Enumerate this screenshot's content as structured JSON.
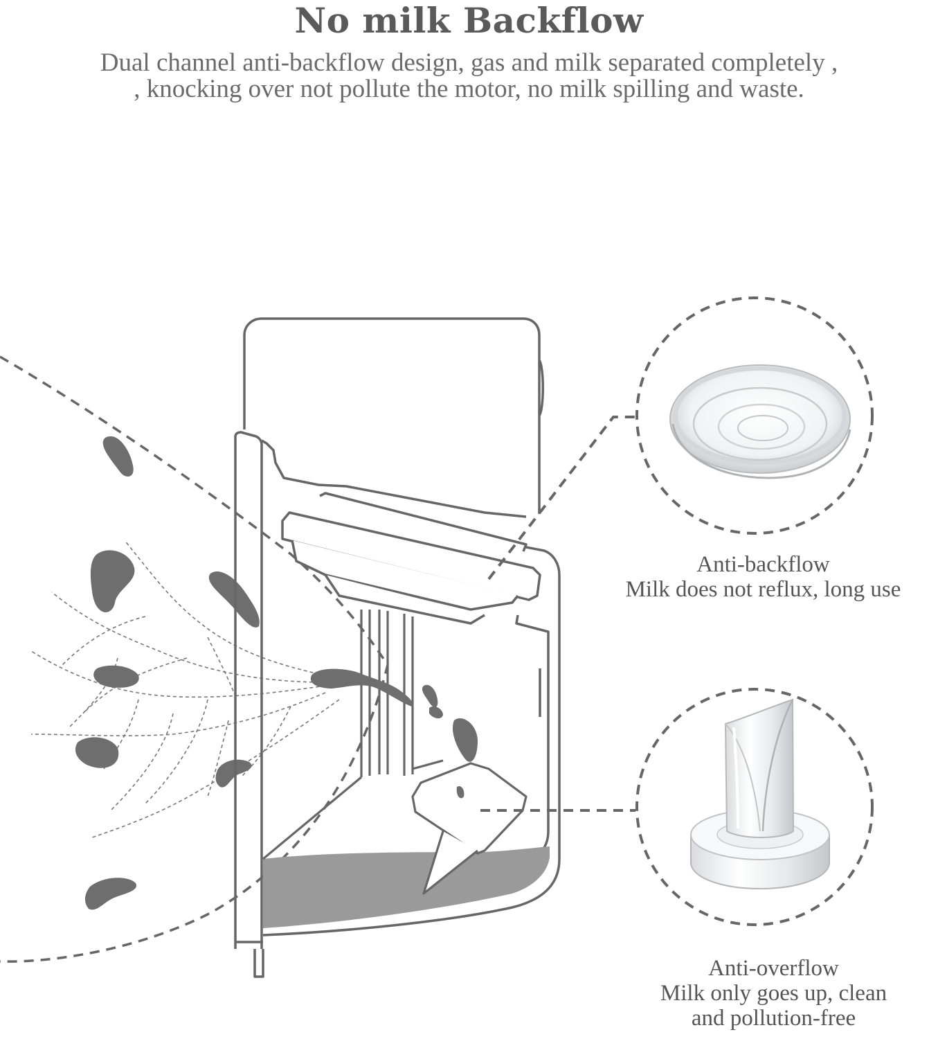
{
  "title": "No milk Backflow",
  "subtitle": [
    "Dual channel anti-backflow design, gas and milk separated completely ,",
    ", knocking over not pollute the motor, no milk spilling and waste."
  ],
  "callouts": {
    "anti_backflow": {
      "heading": "Anti-backflow",
      "text": "Milk does not reflux, long use",
      "icon": "silicone-diaphragm-icon"
    },
    "anti_overflow": {
      "heading": "Anti-overflow",
      "text_lines": [
        "Milk only goes up, clean",
        "and pollution-free"
      ],
      "icon": "duckbill-valve-icon"
    }
  },
  "colors": {
    "line": "#666666",
    "milk": "#6e6e6e",
    "milk_fill": "#9a9a9a",
    "text": "#555555",
    "dashed": "#666666"
  }
}
